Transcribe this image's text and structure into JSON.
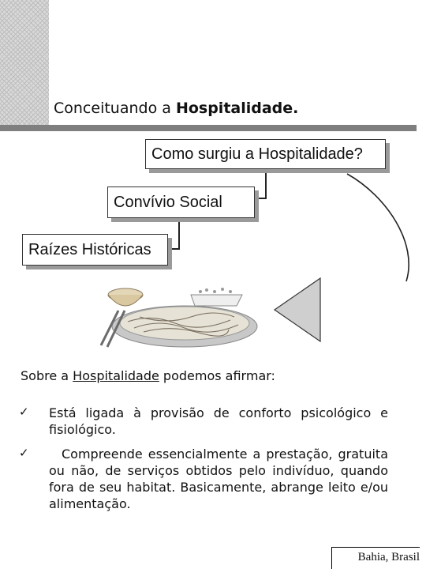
{
  "title": {
    "prefix": "Conceituando a ",
    "bold": "Hospitalidade."
  },
  "diagram": {
    "box_top": "Como surgiu a Hospitalidade?",
    "box_middle": "Convívio Social",
    "box_bottom": "Raízes Históricas"
  },
  "body": {
    "heading_pre": "Sobre a ",
    "heading_term": "Hospitalidade",
    "heading_post": " podemos afirmar:",
    "bullet1": "Está ligada à provisão de conforto psicológico e fisiológico.",
    "bullet2": "Compreende essencialmente a prestação, gratuita ou não, de serviços obtidos pelo indivíduo, quando fora de seu habitat. Basicamente, abrange leito e/ou alimentação.",
    "check_glyph": "✓"
  },
  "footer": "Bahia, Brasil",
  "icons": [
    "food-bowl-illustration",
    "triangle-arrow-icon"
  ]
}
